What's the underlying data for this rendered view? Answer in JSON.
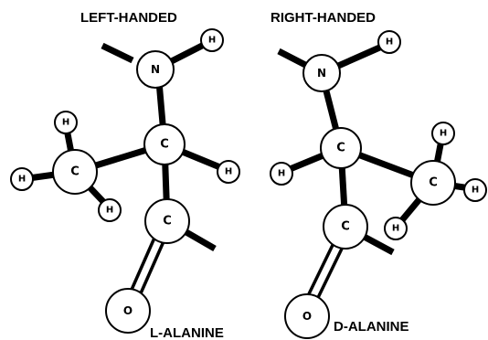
{
  "left_molecule": {
    "handedness_label": "LEFT-HANDED",
    "name_label": "L-ALANINE",
    "atoms": {
      "n": "N",
      "h_n": "H",
      "c_alpha": "C",
      "h_alpha": "H",
      "c_methyl": "C",
      "h_m1": "H",
      "h_m2": "H",
      "h_m3": "H",
      "c_carboxyl": "C",
      "o": "O"
    }
  },
  "right_molecule": {
    "handedness_label": "RIGHT-HANDED",
    "name_label": "D-ALANINE",
    "atoms": {
      "n": "N",
      "h_n": "H",
      "c_alpha": "C",
      "h_alpha": "H",
      "c_methyl": "C",
      "h_m1": "H",
      "h_m2": "H",
      "h_m3": "H",
      "c_carboxyl": "C",
      "o": "O"
    }
  }
}
